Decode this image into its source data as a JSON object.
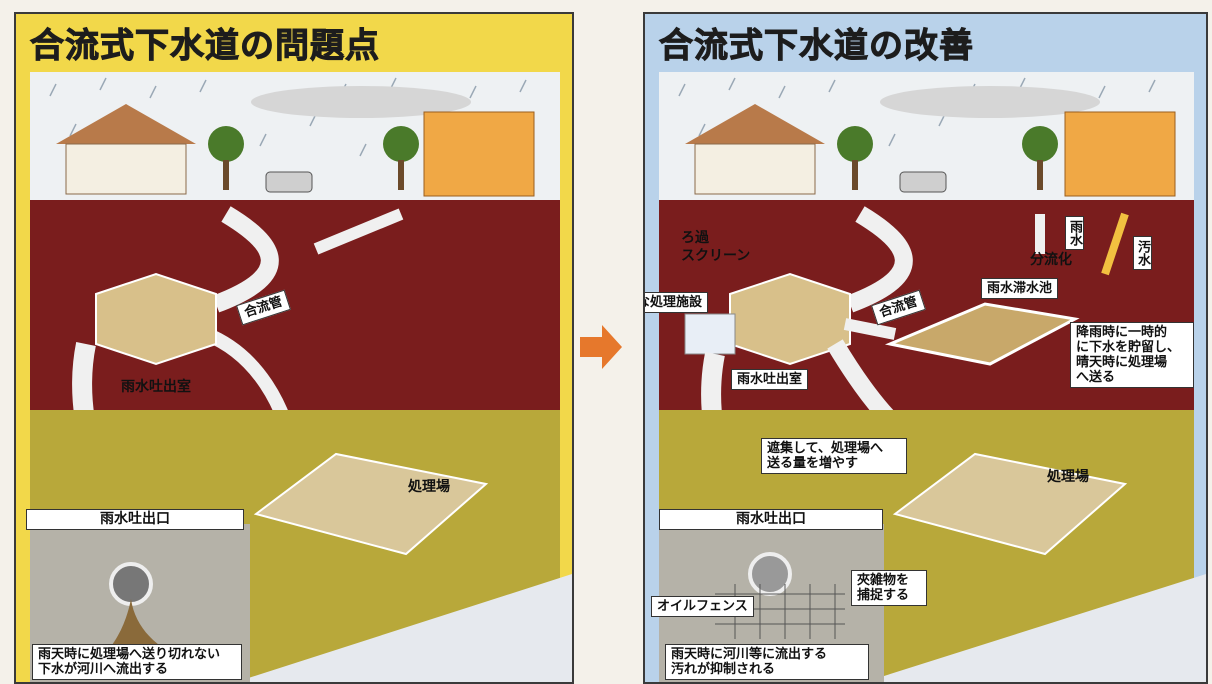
{
  "left": {
    "title": "合流式下水道の問題点",
    "labels": {
      "combined_pipe": "合流管",
      "overflow_chamber": "雨水吐出室",
      "treatment_plant": "処理場",
      "outlet": "雨水吐出口",
      "note_line1": "雨天時に処理場へ送り切れない",
      "note_line2": "下水が河川へ流出する"
    }
  },
  "right": {
    "title": "合流式下水道の改善",
    "labels": {
      "screen_line1": "ろ過",
      "screen_line2": "スクリーン",
      "simple_treatment": "簡易な処理施設",
      "combined_pipe": "合流管",
      "storage": "雨水滞水池",
      "rainwater": "雨水",
      "sewage": "汚水",
      "separation": "分流化",
      "storage_note_line1": "降雨時に一時的",
      "storage_note_line2": "に下水を貯留し、",
      "storage_note_line3": "晴天時に処理場",
      "storage_note_line4": "へ送る",
      "overflow_chamber": "雨水吐出室",
      "increase_line1": "遮集して、処理場へ",
      "increase_line2": "送る量を増やす",
      "treatment_plant": "処理場",
      "outlet": "雨水吐出口",
      "debris_line1": "夾雑物を",
      "debris_line2": "捕捉する",
      "oil_fence": "オイルフェンス",
      "result_line1": "雨天時に河川等に流出する",
      "result_line2": "汚れが抑制される"
    }
  },
  "colors": {
    "left_bg": "#f2d84a",
    "right_bg": "#b9d2ea",
    "underground": "#7a1d1d",
    "riverbank": "#b8a83a",
    "river": "#e6e9ee",
    "arrow": "#e6782c"
  }
}
